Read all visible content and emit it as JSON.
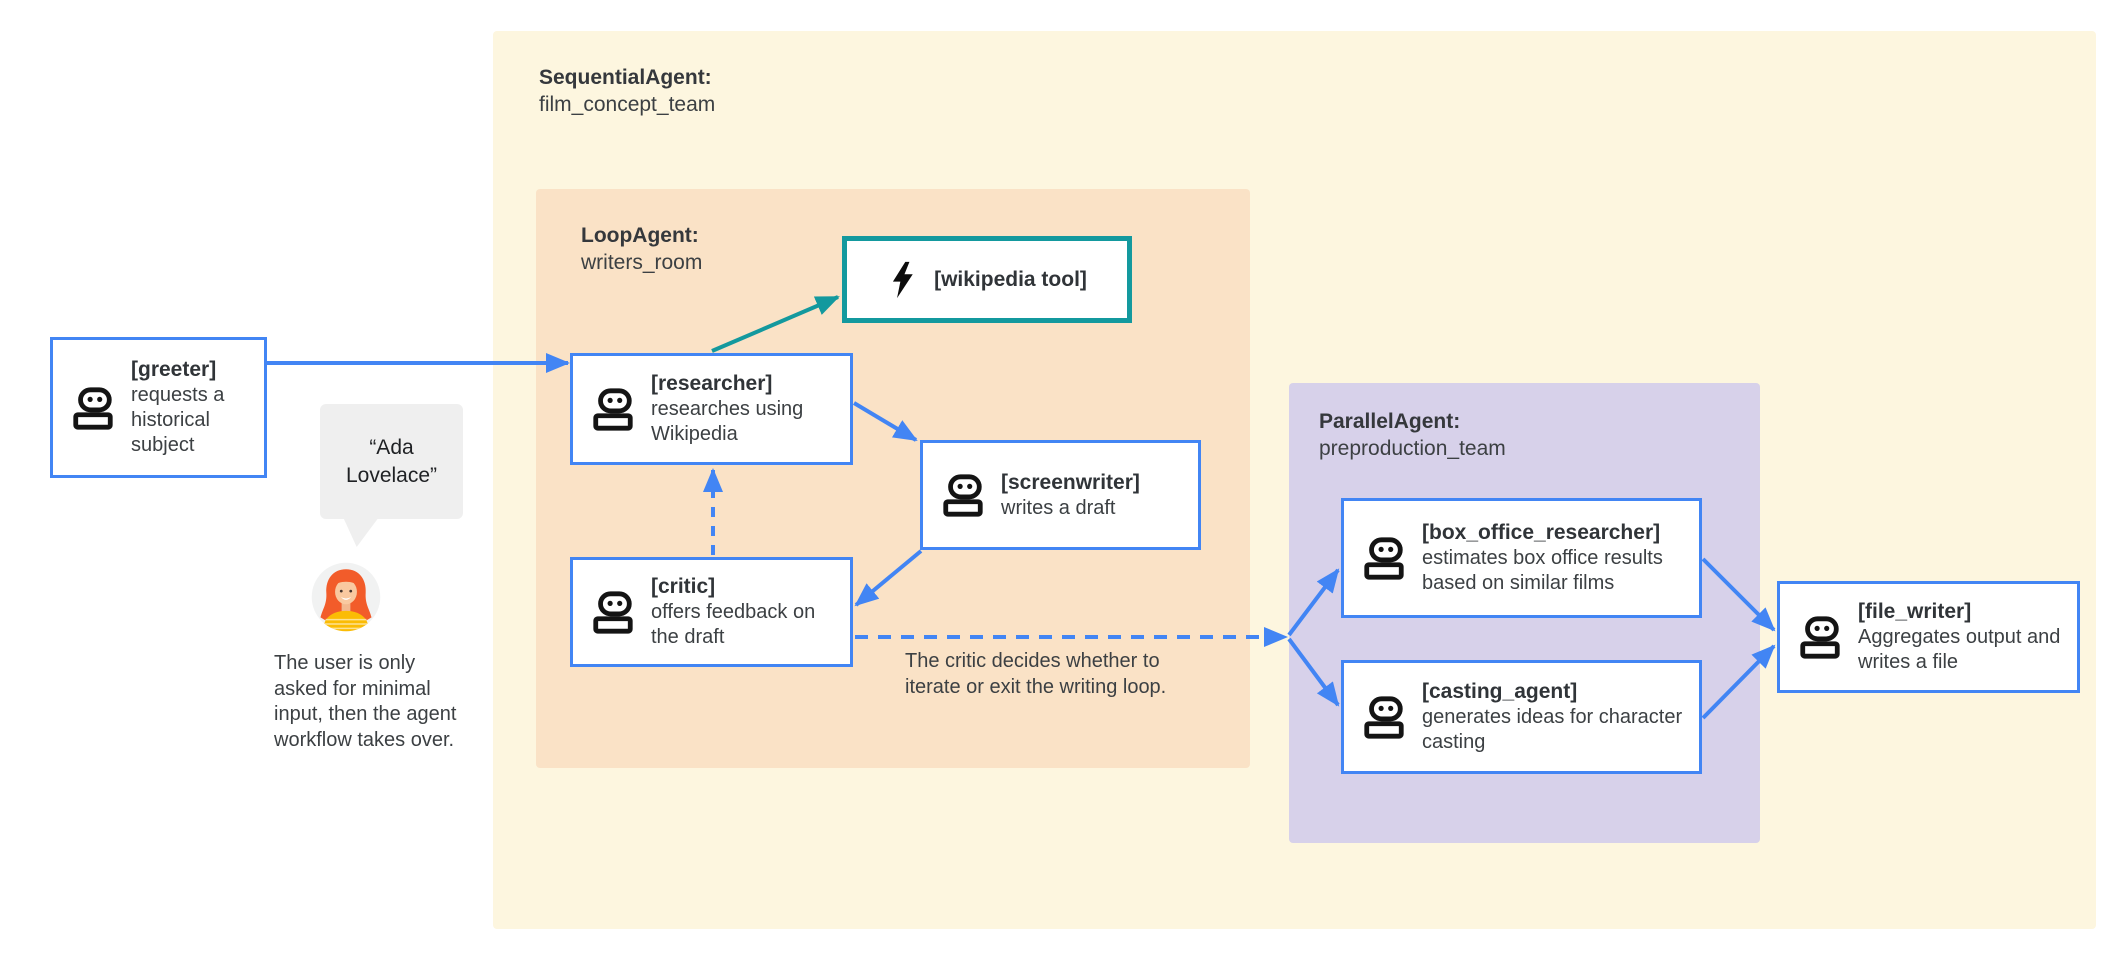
{
  "diagram": {
    "groups": {
      "sequential_agent": {
        "title": "SequentialAgent:",
        "name": "film_concept_team"
      },
      "loop_agent": {
        "title": "LoopAgent:",
        "name": "writers_room"
      },
      "parallel_agent": {
        "title": "ParallelAgent:",
        "name": "preproduction_team"
      }
    },
    "nodes": {
      "greeter": {
        "label": "[greeter]",
        "description": "requests a historical subject"
      },
      "researcher": {
        "label": "[researcher]",
        "description": "researches using Wikipedia"
      },
      "wikipedia_tool": {
        "label": "[wikipedia tool]"
      },
      "screenwriter": {
        "label": "[screenwriter]",
        "description": "writes a draft"
      },
      "critic": {
        "label": "[critic]",
        "description": "offers feedback on the draft"
      },
      "box_office_researcher": {
        "label": "[box_office_researcher]",
        "description": "estimates box office results based on similar films"
      },
      "casting_agent": {
        "label": "[casting_agent]",
        "description": "generates ideas for character casting"
      },
      "file_writer": {
        "label": "[file_writer]",
        "description": "Aggregates output and writes a file"
      }
    },
    "annotations": {
      "user_quote": "“Ada\nLovelace”",
      "user_note": "The user is only asked for minimal input, then the agent workflow takes over.",
      "critic_note": "The critic decides whether to iterate or exit the writing loop."
    },
    "icons": {
      "robot": "robot-icon",
      "bolt": "lightning-bolt-icon",
      "avatar": "user-avatar"
    },
    "colors": {
      "arrow_blue": "#4285F4",
      "tool_teal": "#13999E",
      "sequential_bg": "#FDF6DF",
      "loop_bg": "#FAE2C6",
      "parallel_bg": "#D7D1EA",
      "text_dark": "#3C4043",
      "bubble_gray": "#EFEFEF",
      "avatar_hair": "#F25C2A",
      "avatar_shirt": "#FBBC05"
    }
  }
}
